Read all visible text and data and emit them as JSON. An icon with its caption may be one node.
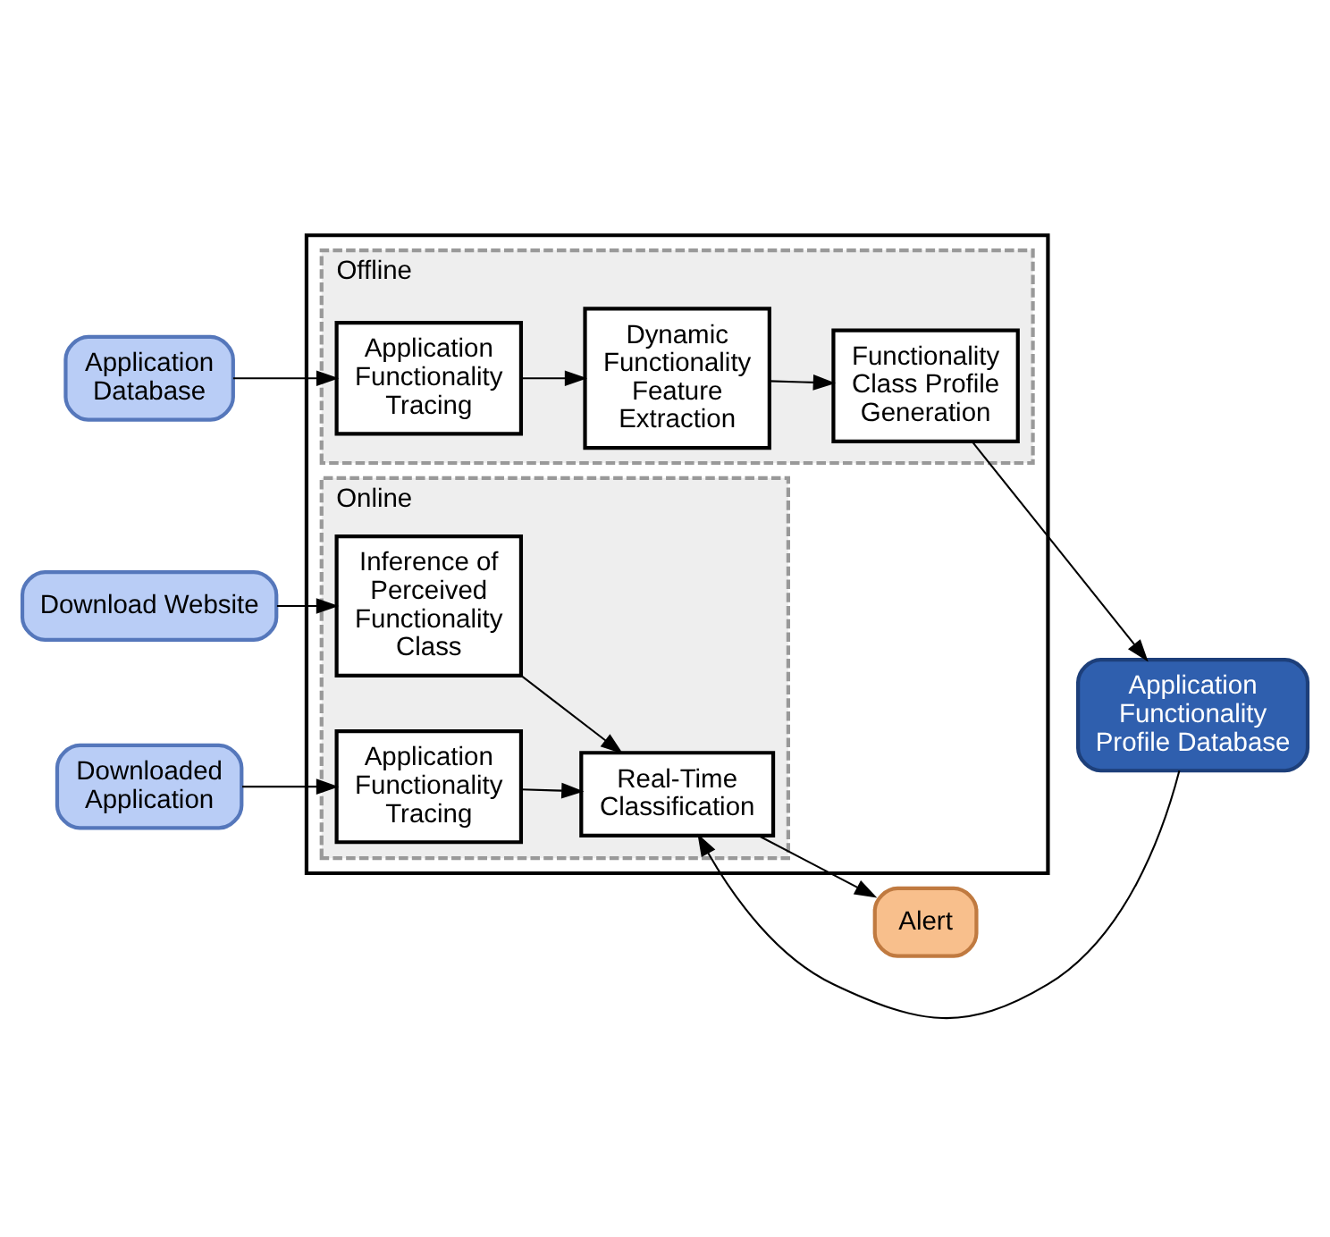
{
  "diagram": {
    "nodes": [
      {
        "text": [
          "Application Database"
        ]
      },
      {
        "text": [],
        "shape": "box"
      },
      {
        "text": [
          "Offline"
        ],
        "in": 1
      },
      {
        "text": [
          "Application Functionality Tracing"
        ],
        "in": 2
      },
      {
        "text": [
          "Dynamic Functionality Feature Extraction"
        ],
        "in": 2
      },
      {
        "text": [
          "Functionality Class Profile Generation"
        ],
        "in": 2
      },
      {
        "text": [
          "Application Functionality Profile Database"
        ]
      },
      {
        "text": [
          "Online"
        ],
        "in": 1
      },
      {
        "text": [
          "Inference of Perceived Functionality Class"
        ],
        "in": 7
      },
      {
        "text": [
          "Application Functionality Tracing"
        ],
        "in": 7
      },
      {
        "text": [
          "Real-Time Classification"
        ],
        "in": 7
      },
      {
        "text": [
          "Download Website"
        ]
      },
      {
        "text": [
          "Downloaded Application"
        ]
      },
      {
        "text": [
          "Alert"
        ]
      }
    ],
    "edges": [
      {
        "from": 0,
        "to": 3,
        "arrow": "to"
      },
      {
        "from": 3,
        "to": 4,
        "arrow": "to"
      },
      {
        "from": 4,
        "to": 5,
        "arrow": "to"
      },
      {
        "from": 5,
        "to": 6,
        "arrow": "to"
      },
      {
        "from": 6,
        "to": 10,
        "arrow": "to"
      },
      {
        "from": 11,
        "to": 8,
        "arrow": "to"
      },
      {
        "from": 12,
        "to": 9,
        "arrow": "to"
      },
      {
        "from": 8,
        "to": 10,
        "arrow": "to"
      },
      {
        "from": 9,
        "to": 10,
        "arrow": "to"
      },
      {
        "from": 10,
        "to": 13,
        "arrow": "to"
      }
    ]
  }
}
